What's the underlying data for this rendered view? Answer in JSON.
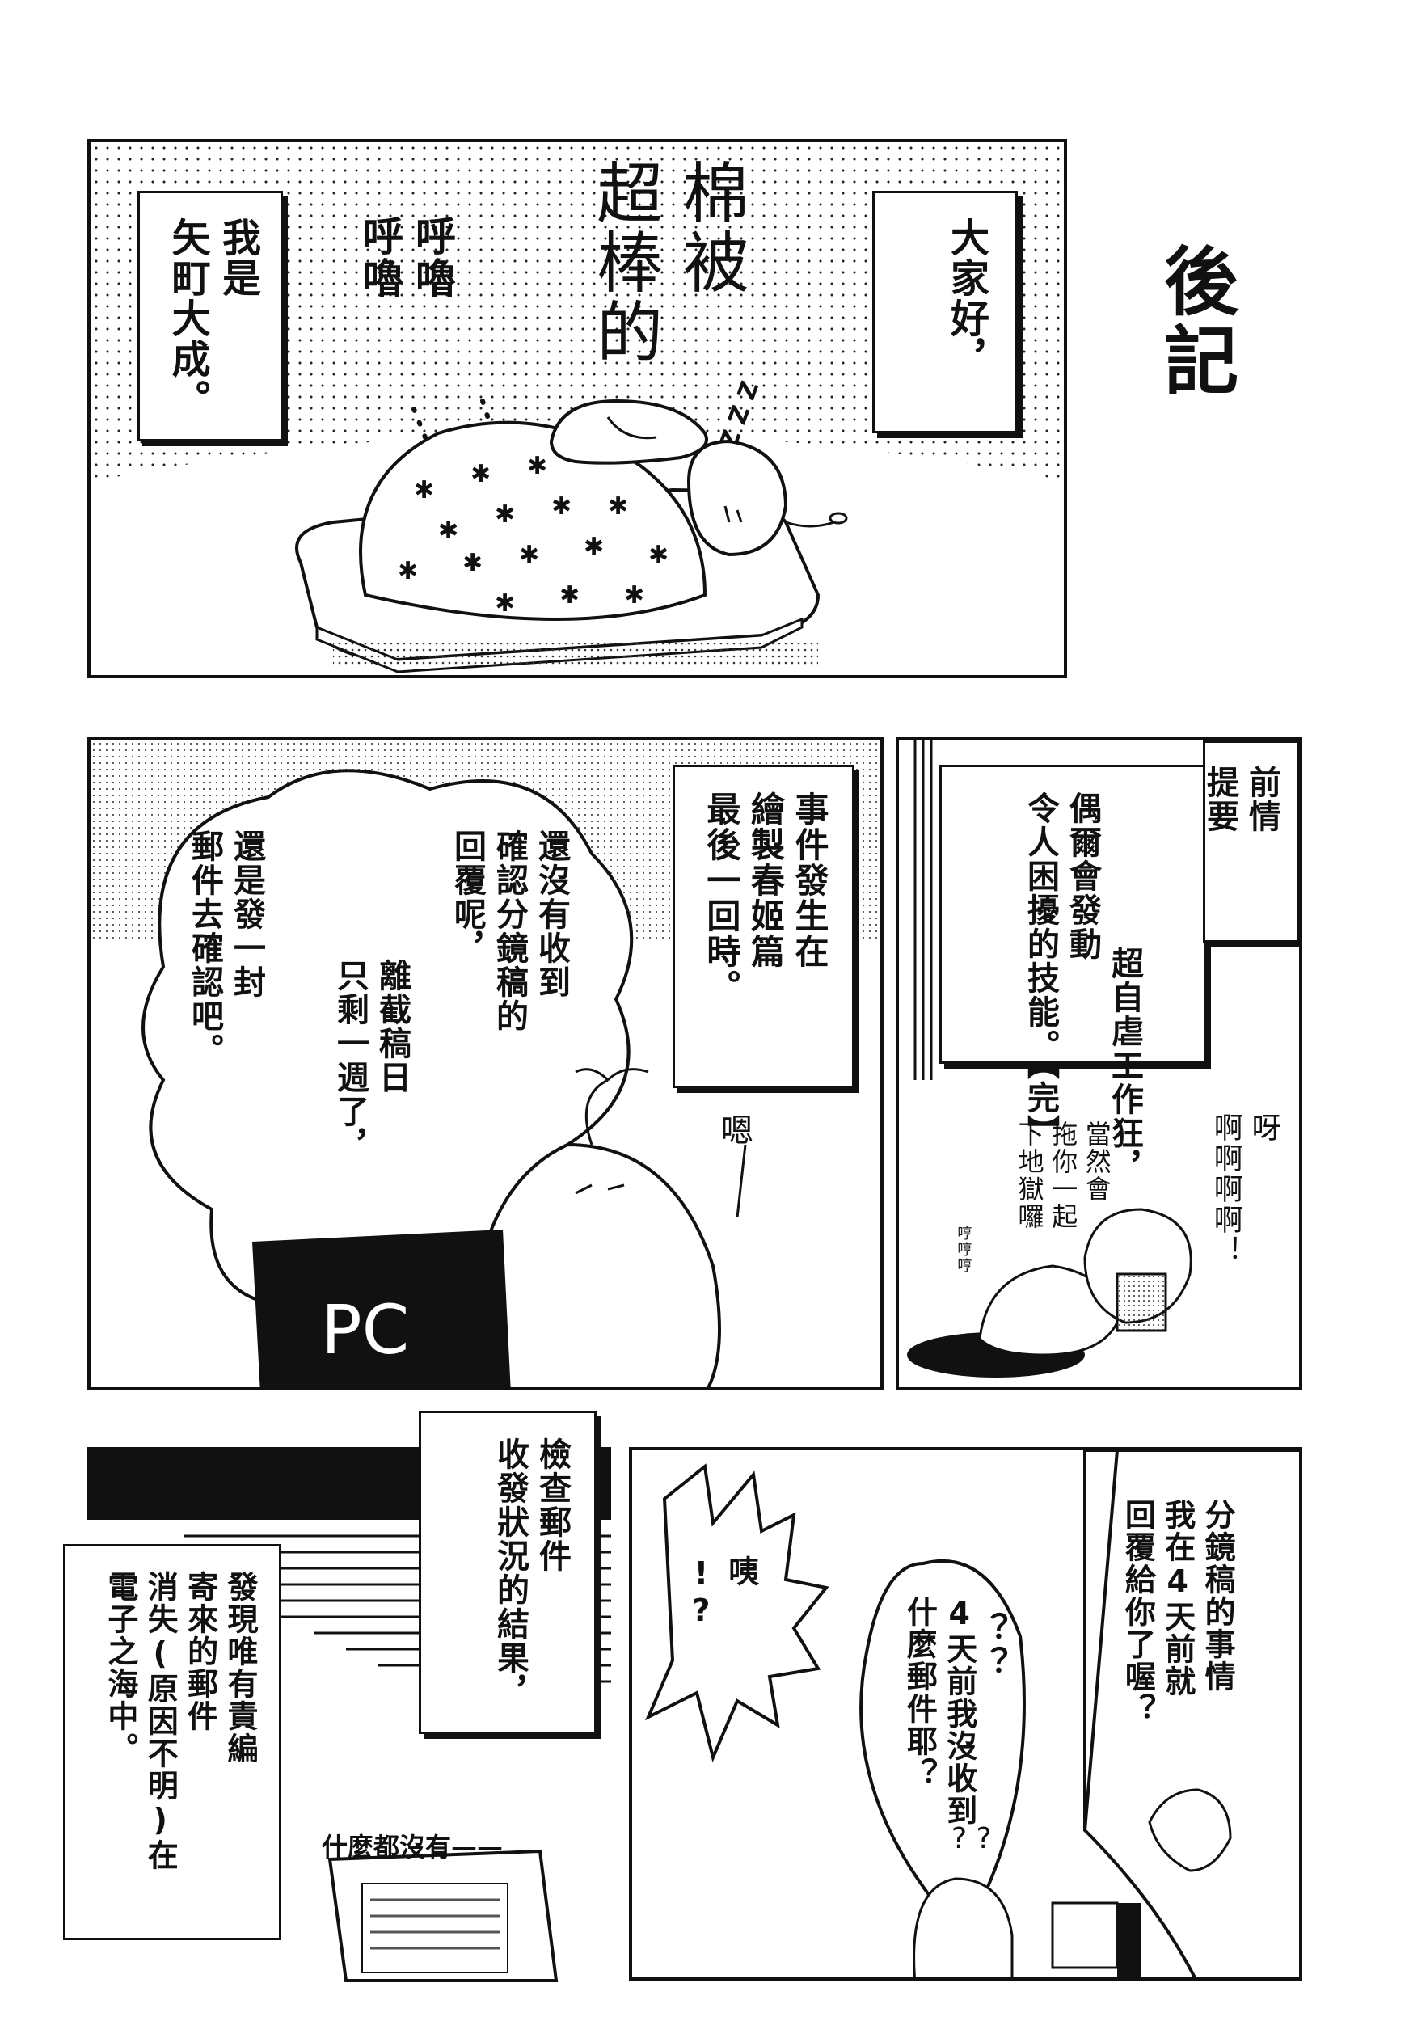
{
  "title": "後記",
  "panel1": {
    "caption_right": "大家好，",
    "caption_left": "我是\n矢町大成。",
    "sfx_snore": "呼嚕\n呼嚕",
    "sfx_title": "棉被\n超棒的",
    "sfx_z": "Z Z Z"
  },
  "panel2": {
    "caption": "事件發生在\n繪製春姬篇\n最後一回時。",
    "bubble_a": "還沒有收到\n確認分鏡稿的\n回覆呢，",
    "bubble_b": "離截稿日\n只剩一週了，",
    "bubble_c": "還是發一封\n郵件去確認吧。",
    "sfx_hmm": "嗯",
    "pc_label": "PC"
  },
  "panel3": {
    "caption_tag": "前情\n提要",
    "caption": "超自虐工作狂，\n偶爾會發動\n令人困擾的技能。",
    "end_mark": "【完】",
    "sfx_scream": "呀\n啊啊啊啊！",
    "sfx_drag": "當然會\n拖你一起\n下地獄囉",
    "sfx_laugh": "哼哼哼"
  },
  "panel4": {
    "caption": "檢查郵件\n收發狀況的結果，",
    "caption_bottom": "發現唯有責編\n寄來的郵件\n消失(原因不明)在\n電子之海中。",
    "sfx_nothing": "什麼都沒有——"
  },
  "panel5": {
    "bubble_editor": "分鏡稿的事情\n我在4天前就\n回覆給你了喔？",
    "bubble_author": "4天前我沒收到\n什麼郵件耶？",
    "sfx_qq": "？？",
    "sfx_eh": "咦\n!?",
    "sfx_q2": "? ?"
  }
}
